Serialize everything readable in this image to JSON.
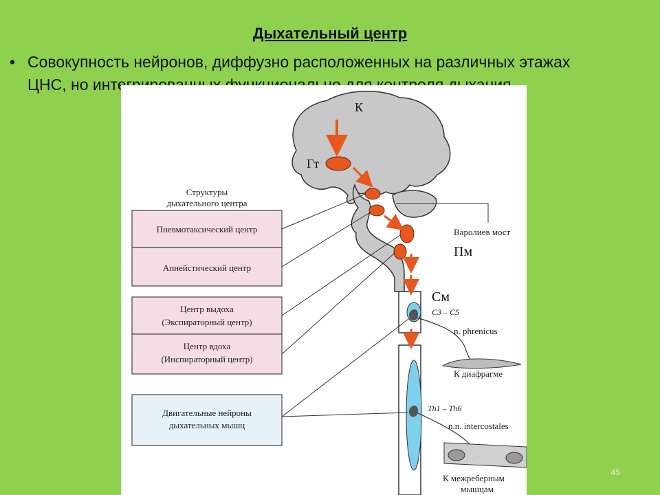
{
  "slide": {
    "title": "Дыхательный центр",
    "bullet_line1": "Совокупность нейронов, диффузно расположенных на различных этажах",
    "bullet_line2": "ЦНС, но интегрированных функционально для контроля дыхания.",
    "page_number": "45"
  },
  "diagram": {
    "brain_label": "К",
    "hypothalamus_label": "Гт",
    "structures_heading_line1": "Структуры",
    "structures_heading_line2": "дыхательного центра",
    "boxes": [
      {
        "line1": "Пневмотаксический центр",
        "line2": ""
      },
      {
        "line1": "Апнейстический центр",
        "line2": ""
      },
      {
        "line1": "Центр выдоха",
        "line2": "(Экспираторный центр)"
      },
      {
        "line1": "Центр вдоха",
        "line2": "(Инспираторный центр)"
      },
      {
        "line1": "Двигательные нейроны",
        "line2": "дыхательных мышц"
      }
    ],
    "pons_label": "Варолиев мост",
    "pons_abbr": "Пм",
    "spinal_label": "См",
    "segment_c": "C3 – C5",
    "nerve_phrenicus": "n. phrenicus",
    "to_diaphragm": "К диафрагме",
    "segment_th": "Th1 – Th6",
    "nerve_intercostales": "n.n. intercostales",
    "to_intercostal_line1": "К межреберным",
    "to_intercostal_line2": "мышцам"
  },
  "colors": {
    "background": "#8dd14f",
    "brain_fill": "#c8c8c8",
    "nucleus_fill": "#e8571e",
    "arrow": "#e8571e",
    "resp_box_fill": "#f4dde3",
    "motor_box_fill": "#e6f2f7",
    "cord_fill": "#7fd0ec"
  }
}
